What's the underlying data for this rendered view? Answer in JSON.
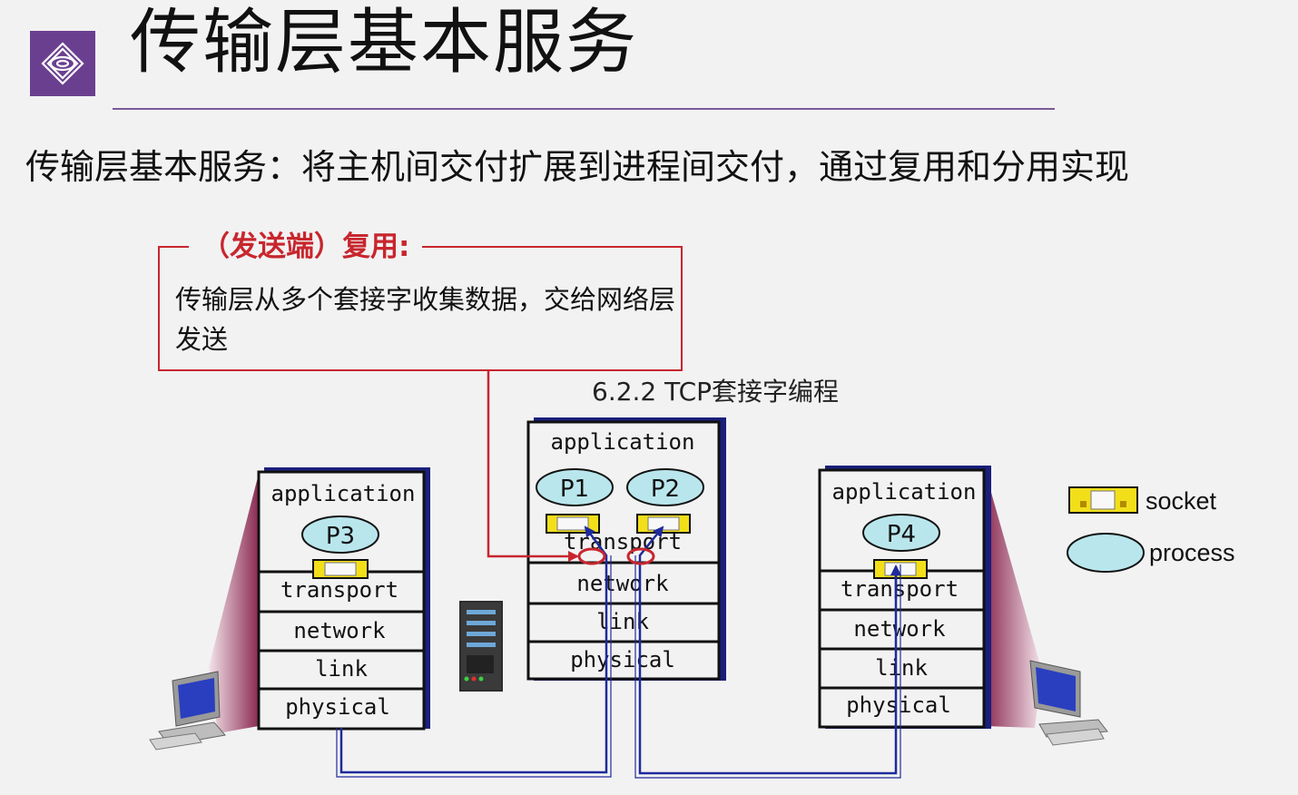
{
  "title": "传输层基本服务",
  "subtitle": "传输层基本服务：将主机间交付扩展到进程间交付，通过复用和分用实现",
  "callout": {
    "heading": "（发送端）复用:",
    "body": "传输层从多个套接字收集数据，交给网络层发送"
  },
  "section_label": "6.2.2  TCP套接字编程",
  "hosts": {
    "left": {
      "layers": [
        "application",
        "transport",
        "network",
        "link",
        "physical"
      ],
      "process": "P3"
    },
    "middle": {
      "layers": [
        "application",
        "transport",
        "network",
        "link",
        "physical"
      ],
      "processes": [
        "P1",
        "P2"
      ]
    },
    "right": {
      "layers": [
        "application",
        "transport",
        "network",
        "link",
        "physical"
      ],
      "process": "P4"
    }
  },
  "legend": {
    "socket": "socket",
    "process": "process"
  },
  "colors": {
    "accent_purple": "#6b3f8f",
    "callout_red": "#c8262e",
    "process_fill": "#b9e6ec",
    "socket_fill": "#f2df1a",
    "wire_blue": "#1f2a9c",
    "stack_shadow": "#1a1f7a"
  }
}
